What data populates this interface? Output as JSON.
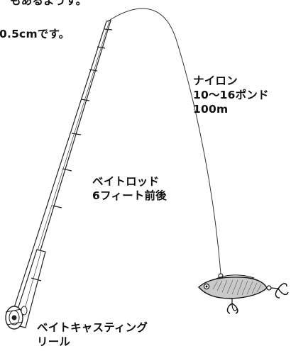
{
  "notes": {
    "top_fragment": "もあるようす。",
    "length_fragment": "0.5cmです。"
  },
  "line": {
    "type": "ナイロン",
    "strength": "10〜16ポンド",
    "length": "100m"
  },
  "rod": {
    "type": "ベイトロッド",
    "length": "6フィート前後"
  },
  "reel": {
    "line1": "ベイトキャスティング",
    "line2": "リール"
  }
}
